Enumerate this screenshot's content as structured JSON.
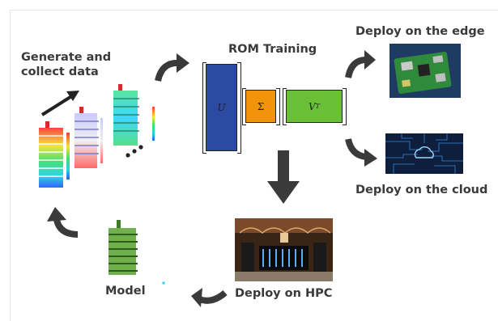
{
  "labels": {
    "generate_line1": "Generate and",
    "generate_line2": "collect data",
    "rom_training": "ROM Training",
    "deploy_edge": "Deploy on the edge",
    "deploy_cloud": "Deploy on the cloud",
    "deploy_hpc": "Deploy on HPC",
    "model": "Model"
  },
  "svd": {
    "u_symbol": "U",
    "sigma_symbol": "Σ",
    "vt_symbol": "V",
    "vt_superscript": "T"
  },
  "colors": {
    "text": "#3a3a3a",
    "arrow": "#3a3a3a",
    "u_matrix": "#2d4aa3",
    "sigma_matrix": "#f2940a",
    "vt_matrix": "#69bf36",
    "model_green": "#6fb04a"
  },
  "icons": {
    "edge_photo": "raspberry-pi-board-photo",
    "cloud_photo": "cloud-circuit-photo",
    "hpc_photo": "supercomputer-hall-photo"
  }
}
